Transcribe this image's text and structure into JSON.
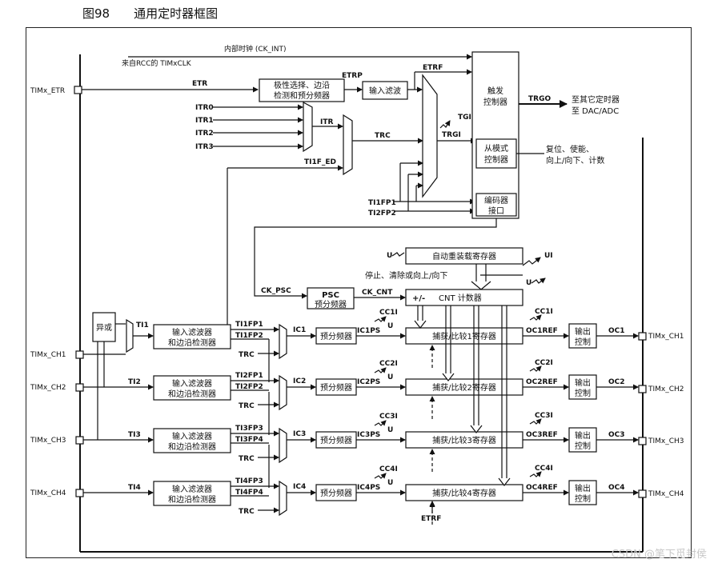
{
  "figure": {
    "number": "图98",
    "title": "通用定时器框图"
  },
  "pins": {
    "etr": "TIMx_ETR",
    "ch1_in": "TIMx_CH1",
    "ch2_in": "TIMx_CH2",
    "ch3_in": "TIMx_CH3",
    "ch4_in": "TIMx_CH4",
    "ch1_out": "TIMx_CH1",
    "ch2_out": "TIMx_CH2",
    "ch3_out": "TIMx_CH3",
    "ch4_out": "TIMx_CH4"
  },
  "signals": {
    "ck_int": "内部时钟 (CK_INT)",
    "from_rcc": "来自RCC的 TIMxCLK",
    "etr": "ETR",
    "etrp": "ETRP",
    "etrf": "ETRF",
    "etrf_bottom": "ETRF",
    "itr": [
      "ITR0",
      "ITR1",
      "ITR2",
      "ITR3"
    ],
    "itr_mux": "ITR",
    "trc": "TRC",
    "ti1f_ed": "TI1F_ED",
    "ti1fp1": "TI1FP1",
    "ti2fp2": "TI2FP2",
    "tgi": "TGI",
    "trgi": "TRGI",
    "trgo": "TRGO",
    "to_other_timers": [
      "至其它定时器",
      "至 DAC/ADC"
    ],
    "slave_out": [
      "复位、使能、",
      "向上/向下、计数"
    ],
    "ck_psc": "CK_PSC",
    "ck_cnt": "CK_CNT",
    "u": "U",
    "ui": "UI",
    "stop_clear": "停止、清除或向上/向下"
  },
  "blocks": {
    "polarity": [
      "极性选择、边沿",
      "检测和预分频器"
    ],
    "input_filter": "输入滤波",
    "trigger_ctrl": [
      "触发",
      "控制器"
    ],
    "slave_mode": [
      "从模式",
      "控制器"
    ],
    "encoder": [
      "编码器",
      "接口"
    ],
    "auto_reload": "自动重装载寄存器",
    "psc": "PSC",
    "psc_sub": "预分频器",
    "pm": "+/-",
    "cnt": "CNT 计数器",
    "xor": "异或",
    "ch_filter": [
      "输入滤波器",
      "和边沿检测器"
    ],
    "prescaler": "预分频器",
    "output_ctrl": [
      "输出",
      "控制"
    ]
  },
  "channels": [
    {
      "ti": "TI1",
      "fp_a": "TI1FP1",
      "fp_b": "TI1FP2",
      "trc": "TRC",
      "ic": "IC1",
      "icps": "IC1PS",
      "cci": "CC1I",
      "cc_out": "CC1I",
      "reg": "捕获/比较1寄存器",
      "ref": "OC1REF",
      "oc": "OC1"
    },
    {
      "ti": "TI2",
      "fp_a": "TI2FP1",
      "fp_b": "TI2FP2",
      "trc": "TRC",
      "ic": "IC2",
      "icps": "IC2PS",
      "cci": "CC2I",
      "cc_out": "CC2I",
      "reg": "捕获/比较2寄存器",
      "ref": "OC2REF",
      "oc": "OC2"
    },
    {
      "ti": "TI3",
      "fp_a": "TI3FP3",
      "fp_b": "TI3FP4",
      "trc": "TRC",
      "ic": "IC3",
      "icps": "IC3PS",
      "cci": "CC3I",
      "cc_out": "CC3I",
      "reg": "捕获/比较3寄存器",
      "ref": "OC3REF",
      "oc": "OC3"
    },
    {
      "ti": "TI4",
      "fp_a": "TI4FP3",
      "fp_b": "TI4FP4",
      "trc": "TRC",
      "ic": "IC4",
      "icps": "IC4PS",
      "cci": "CC4I",
      "cc_out": "CC4I",
      "reg": "捕获/比较4寄存器",
      "ref": "OC4REF",
      "oc": "OC4"
    }
  ],
  "watermark": "CSDN @笔下觅封侯"
}
